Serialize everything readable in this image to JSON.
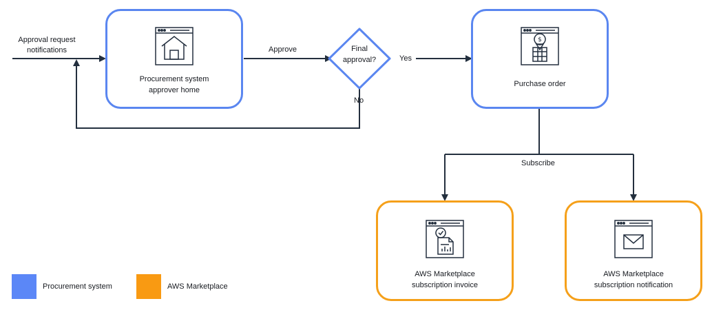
{
  "edges": {
    "input_label": "Approval request notifications",
    "approve": "Approve",
    "yes": "Yes",
    "no": "No",
    "subscribe": "Subscribe"
  },
  "nodes": {
    "approver_home": {
      "title": "Procurement system approver home",
      "icon": "home-window-icon"
    },
    "decision": {
      "title": "Final approval?"
    },
    "purchase_order": {
      "title": "Purchase order",
      "icon": "purchase-order-window-icon"
    },
    "invoice": {
      "title": "AWS Marketplace subscription invoice",
      "icon": "invoice-window-icon"
    },
    "notification": {
      "title": "AWS Marketplace subscription notification",
      "icon": "envelope-window-icon"
    }
  },
  "legend": [
    {
      "label": "Procurement system",
      "color": "#5b87f7"
    },
    {
      "label": "AWS Marketplace",
      "color": "#f99a12"
    }
  ],
  "colors": {
    "procurement": "#5a86f0",
    "marketplace": "#f5a01a",
    "line": "#232f3e"
  }
}
